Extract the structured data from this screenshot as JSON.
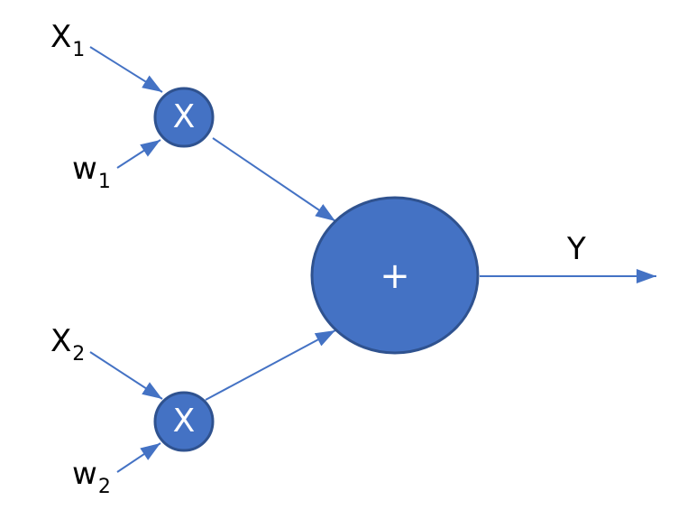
{
  "diagram": {
    "inputs": [
      {
        "symbol": "X",
        "subscript": "1"
      },
      {
        "symbol": "X",
        "subscript": "2"
      }
    ],
    "weights": [
      {
        "symbol": "w",
        "subscript": "1"
      },
      {
        "symbol": "w",
        "subscript": "2"
      }
    ],
    "multiply_nodes": [
      {
        "label": "X"
      },
      {
        "label": "X"
      }
    ],
    "sum_node": {
      "label": "+"
    },
    "output": {
      "label": "Y"
    },
    "colors": {
      "node_fill": "#4472C4",
      "node_stroke": "#2F528F",
      "arrow": "#4472C4",
      "text": "#000000",
      "node_text": "#FFFFFF"
    }
  }
}
